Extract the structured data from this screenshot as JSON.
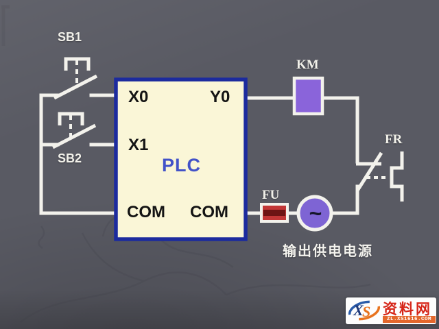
{
  "scene": {
    "background_color": "#595a63",
    "wire_color": "#f3f2ec"
  },
  "components": {
    "sb1_label": "SB1",
    "sb2_label": "SB2",
    "km_label": "KM",
    "fr_label": "FR",
    "fu_label": "FU",
    "plc": {
      "name": "PLC",
      "input_x0": "X0",
      "input_x1": "X1",
      "output_y0": "Y0",
      "com_left": "COM",
      "com_right": "COM",
      "fill_color": "#faf6d7",
      "border_color": "#1c2b9e",
      "name_color": "#4252c8"
    },
    "km_coil_color": "#8a64da",
    "fuse_color": "#c23636",
    "fuse_band_color": "#6d1414",
    "power_source": {
      "ac_symbol": "~",
      "caption": "输出供电电源",
      "fill_color": "#7e64d4"
    }
  },
  "watermark": {
    "logo_x": "X",
    "logo_s": "S",
    "site_name": "资料网",
    "site_url": "ZL.XS1616.COM",
    "name_color": "#d62518",
    "url_bg_color": "#e4672c",
    "logo_blue": "#2a5caa",
    "logo_orange": "#e8731e"
  }
}
